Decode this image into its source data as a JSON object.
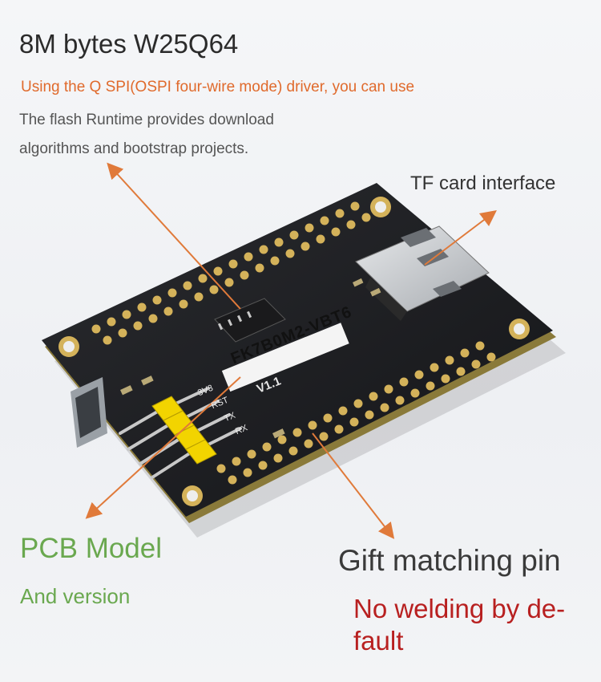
{
  "title": "8M bytes W25Q64",
  "description": {
    "line1": "Using the Q SPI(OSPI four-wire mode) driver, you can use",
    "line2": "The flash Runtime provides download",
    "line3": "algorithms and bootstrap projects."
  },
  "callouts": {
    "tf_card": "TF card interface",
    "pcb_model": "PCB Model",
    "and_version": "And version",
    "gift_pin": "Gift matching pin",
    "no_welding_1": "No welding by de-",
    "no_welding_2": "fault"
  },
  "board": {
    "model_label": "FK7B0M2-VBT6",
    "version_label": "V1.1",
    "pin_labels_left": [
      "3V3",
      "RST",
      "TX",
      "RX"
    ]
  },
  "colors": {
    "accent_orange": "#e06a2c",
    "model_green": "#6aa84f",
    "warning_red": "#b82020",
    "pcb_black": "#1c1d20",
    "pad_gold": "#d4b25a"
  }
}
